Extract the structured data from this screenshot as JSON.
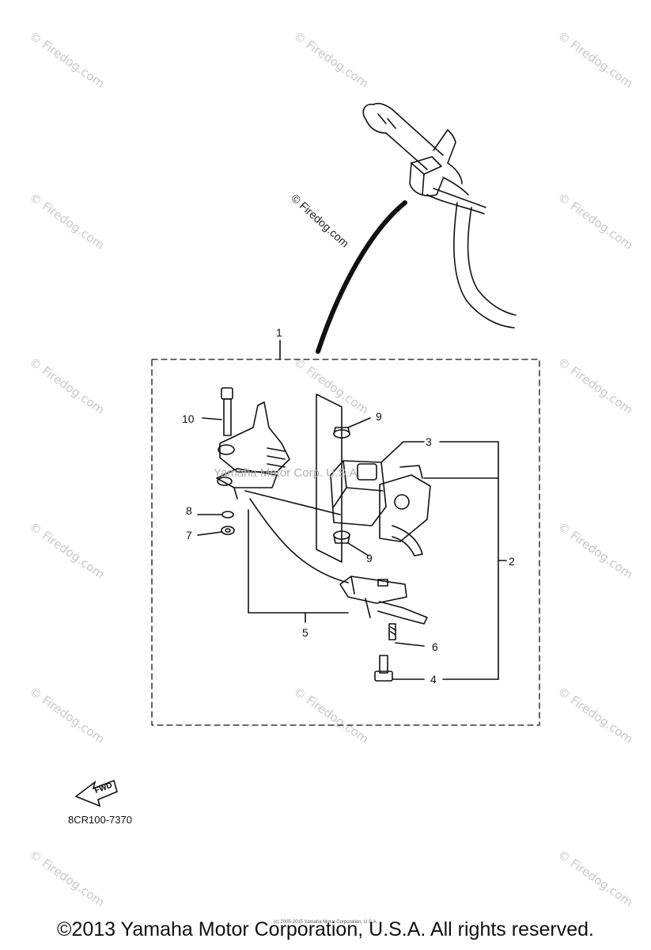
{
  "watermark_text": "© Firedog.com",
  "watermark_repeats": 15,
  "central_watermark": "© Firedog.com",
  "callouts": {
    "c1": "1",
    "c2": "2",
    "c3": "3",
    "c4": "4",
    "c5": "5",
    "c6": "6",
    "c7": "7",
    "c8": "8",
    "c9a": "9",
    "c9b": "9",
    "c10": "10"
  },
  "fwd_label": "FWD",
  "diagram_code": "8CR100-7370",
  "ghost_text": "Yamaha Motor Corp. U.S.A.",
  "tiny_credit": "(c) 2005-2015 Yamaha Motor Corporation, U.S.A.",
  "footer_copyright": "©2013 Yamaha Motor Corporation, U.S.A. All rights reserved."
}
